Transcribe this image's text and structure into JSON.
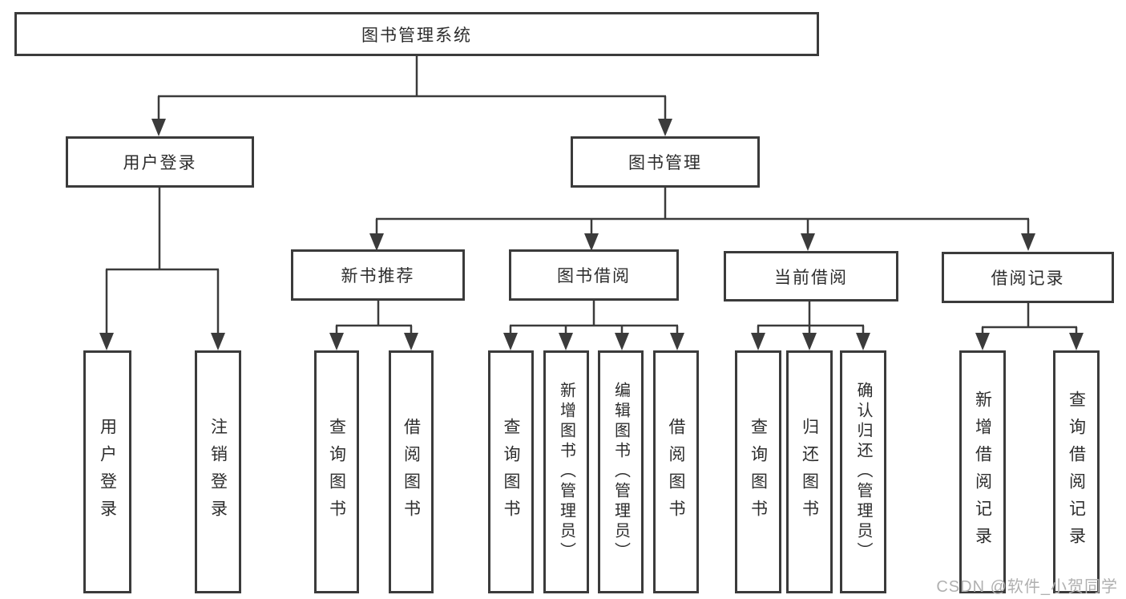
{
  "diagram": {
    "root": "图书管理系统",
    "level1": [
      {
        "label": "用户登录"
      },
      {
        "label": "图书管理"
      }
    ],
    "level2": [
      {
        "label": "新书推荐"
      },
      {
        "label": "图书借阅"
      },
      {
        "label": "当前借阅"
      },
      {
        "label": "借阅记录"
      }
    ],
    "leaves": [
      {
        "label": "用户登录"
      },
      {
        "label": "注销登录"
      },
      {
        "label": "查询图书"
      },
      {
        "label": "借阅图书"
      },
      {
        "label": "查询图书"
      },
      {
        "label": "新增图书（管理员）"
      },
      {
        "label": "编辑图书（管理员）"
      },
      {
        "label": "借阅图书"
      },
      {
        "label": "查询图书"
      },
      {
        "label": "归还图书"
      },
      {
        "label": "确认归还（管理员）"
      },
      {
        "label": "新增借阅记录"
      },
      {
        "label": "查询借阅记录"
      }
    ]
  },
  "watermark": "CSDN @软件_小贺同学",
  "colors": {
    "line": "#3b3b3b",
    "text": "#2d2d2d",
    "watermark": "#b0b0b0",
    "background": "#ffffff"
  }
}
